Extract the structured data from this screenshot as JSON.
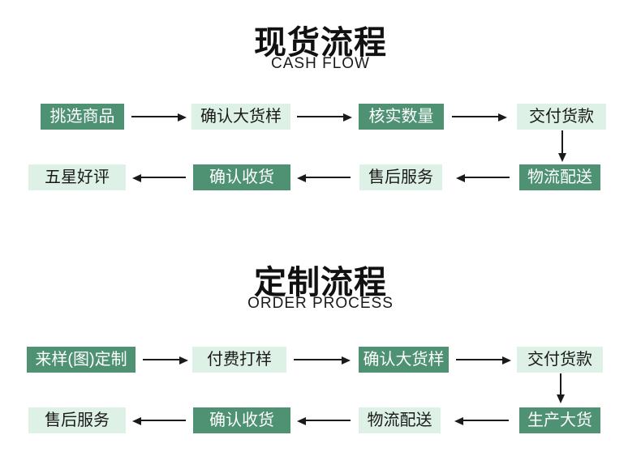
{
  "colors": {
    "box_dark_green": "#4e9173",
    "box_light_green": "#def1e6",
    "arrow": "#1a1a1a",
    "title_text": "#111111",
    "dark_box_text": "#ffffff",
    "light_box_text": "#1a1a1a",
    "background": "#ffffff"
  },
  "sections": [
    {
      "title": "现货流程",
      "subtitle": "CASH FLOW",
      "rows": [
        {
          "direction": "right",
          "nodes": [
            {
              "label": "挑选商品"
            },
            {
              "label": "确认大货样"
            },
            {
              "label": "核实数量"
            },
            {
              "label": "交付货款"
            }
          ]
        },
        {
          "direction": "left",
          "nodes": [
            {
              "label": "五星好评"
            },
            {
              "label": "确认收货"
            },
            {
              "label": "售后服务"
            },
            {
              "label": "物流配送"
            }
          ]
        }
      ]
    },
    {
      "title": "定制流程",
      "subtitle": "ORDER PROCESS",
      "rows": [
        {
          "direction": "right",
          "nodes": [
            {
              "label": "来样(图)定制"
            },
            {
              "label": "付费打样"
            },
            {
              "label": "确认大货样"
            },
            {
              "label": "交付货款"
            }
          ]
        },
        {
          "direction": "left",
          "nodes": [
            {
              "label": "售后服务"
            },
            {
              "label": "确认收货"
            },
            {
              "label": "物流配送"
            },
            {
              "label": "生产大货"
            }
          ]
        }
      ]
    }
  ]
}
